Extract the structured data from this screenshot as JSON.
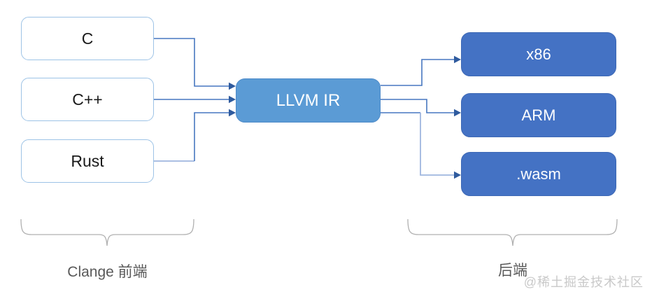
{
  "diagram": {
    "frontend_boxes": [
      {
        "label": "C"
      },
      {
        "label": "C++"
      },
      {
        "label": "Rust"
      }
    ],
    "ir_box": {
      "label": "LLVM IR"
    },
    "backend_boxes": [
      {
        "label": "x86"
      },
      {
        "label": "ARM"
      },
      {
        "label": ".wasm"
      }
    ],
    "group_labels": {
      "frontend": "Clange 前端",
      "backend": "后端"
    },
    "watermark": "@稀土掘金技术社区",
    "colors": {
      "ir_box_fill": "#5B9BD5",
      "backend_box_fill": "#4472C4",
      "frontend_box_border": "#9DC3E6",
      "connector": "#4777C0",
      "connector_light": "#9FB6DF",
      "arrowhead": "#2F5B9E",
      "brace": "#B0B0B0",
      "group_label_text": "#595959",
      "watermark_text": "#C9C9C9"
    }
  }
}
